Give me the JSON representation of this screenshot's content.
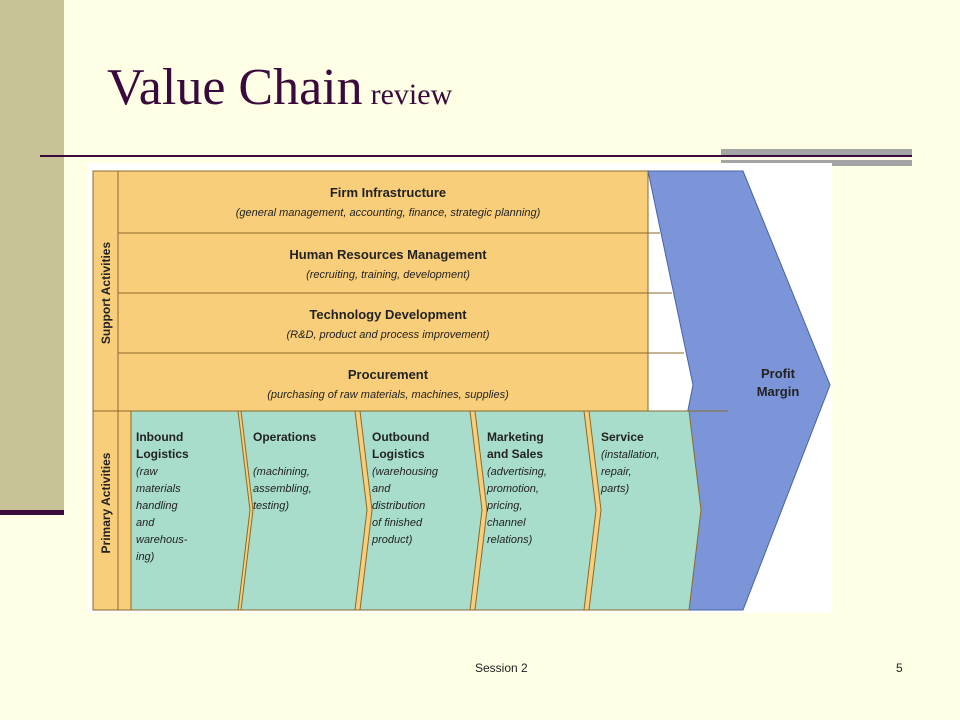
{
  "slide": {
    "title_main": "Value Chain",
    "title_sub": "review",
    "footer_left": "Session 2",
    "page_number": "5"
  },
  "diagram": {
    "support_label": "Support Activities",
    "primary_label": "Primary Activities",
    "margin_label": [
      "Profit",
      "Margin"
    ],
    "support": [
      {
        "title": "Firm Infrastructure",
        "detail": "(general management, accounting, finance, strategic planning)"
      },
      {
        "title": "Human Resources Management",
        "detail": "(recruiting, training, development)"
      },
      {
        "title": "Technology Development",
        "detail": "(R&D, product and process improvement)"
      },
      {
        "title": "Procurement",
        "detail": "(purchasing of raw materials, machines, supplies)"
      }
    ],
    "primary": [
      {
        "title": [
          "Inbound",
          "Logistics"
        ],
        "detail": [
          "(raw",
          "materials",
          "handling",
          "and",
          "warehous-",
          "ing)"
        ]
      },
      {
        "title": [
          "Operations"
        ],
        "detail": [
          "",
          "(machining,",
          "assembling,",
          "testing)"
        ]
      },
      {
        "title": [
          "Outbound",
          "Logistics"
        ],
        "detail": [
          "(warehousing",
          "and",
          "distribution",
          "of finished",
          "product)"
        ]
      },
      {
        "title": [
          "Marketing",
          "and Sales"
        ],
        "detail": [
          "(advertising,",
          "promotion,",
          "pricing,",
          "channel",
          "relations)"
        ]
      },
      {
        "title": [
          "Service"
        ],
        "detail": [
          "(installation,",
          "repair,",
          "parts)"
        ]
      }
    ],
    "colors": {
      "support_fill": "#F8CE7A",
      "primary_fill": "#A8DDCB",
      "margin_fill": "#7B95D8",
      "outline": "#8A6A2A",
      "text": "#222222"
    }
  }
}
